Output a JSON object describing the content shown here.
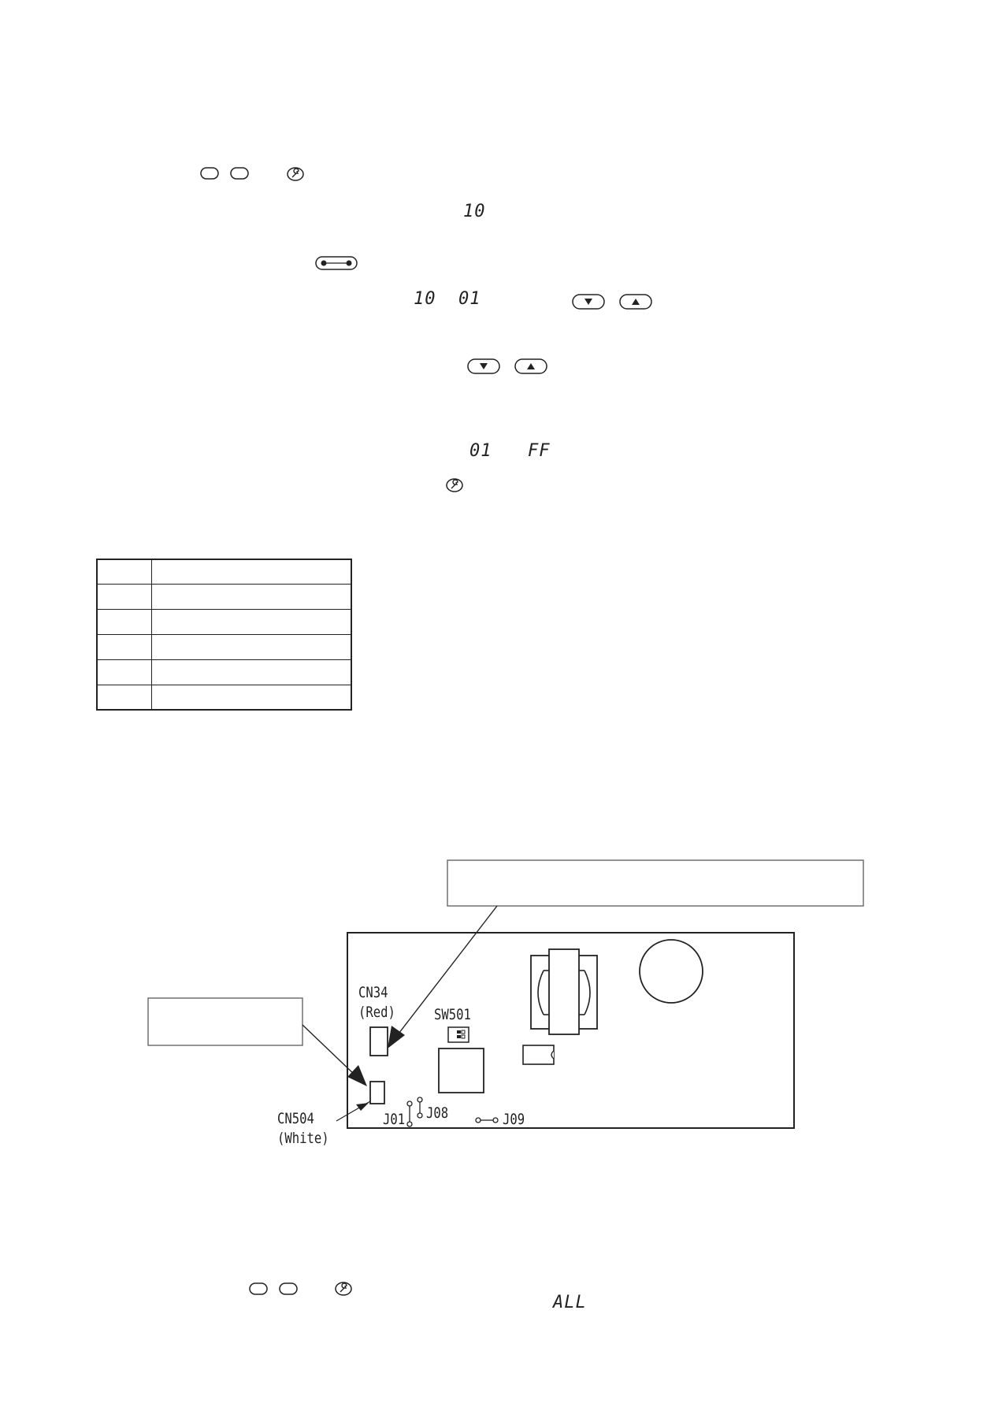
{
  "lcd_codes": {
    "code_a": "10",
    "code_b": "10",
    "code_c": "01",
    "code_d": "01",
    "code_e": "FF",
    "code_f": "ALL"
  },
  "icons": [
    "blank-button-icon",
    "wrench-icon",
    "jumper-connector-icon",
    "down-arrow-button-icon",
    "up-arrow-button-icon"
  ],
  "table": {
    "rows": [
      {
        "col1": "",
        "col2": ""
      },
      {
        "col1": "",
        "col2": ""
      },
      {
        "col1": "",
        "col2": ""
      },
      {
        "col1": "",
        "col2": ""
      },
      {
        "col1": "",
        "col2": ""
      },
      {
        "col1": "",
        "col2": ""
      }
    ]
  },
  "pcb": {
    "cn34": "CN34",
    "cn34_color": "(Red)",
    "sw501": "SW501",
    "cn504": "CN504",
    "cn504_color": "(White)",
    "j01": "J01",
    "j08": "J08",
    "j09": "J09"
  },
  "callouts": {
    "top_box_text": "",
    "left_box_text": ""
  }
}
